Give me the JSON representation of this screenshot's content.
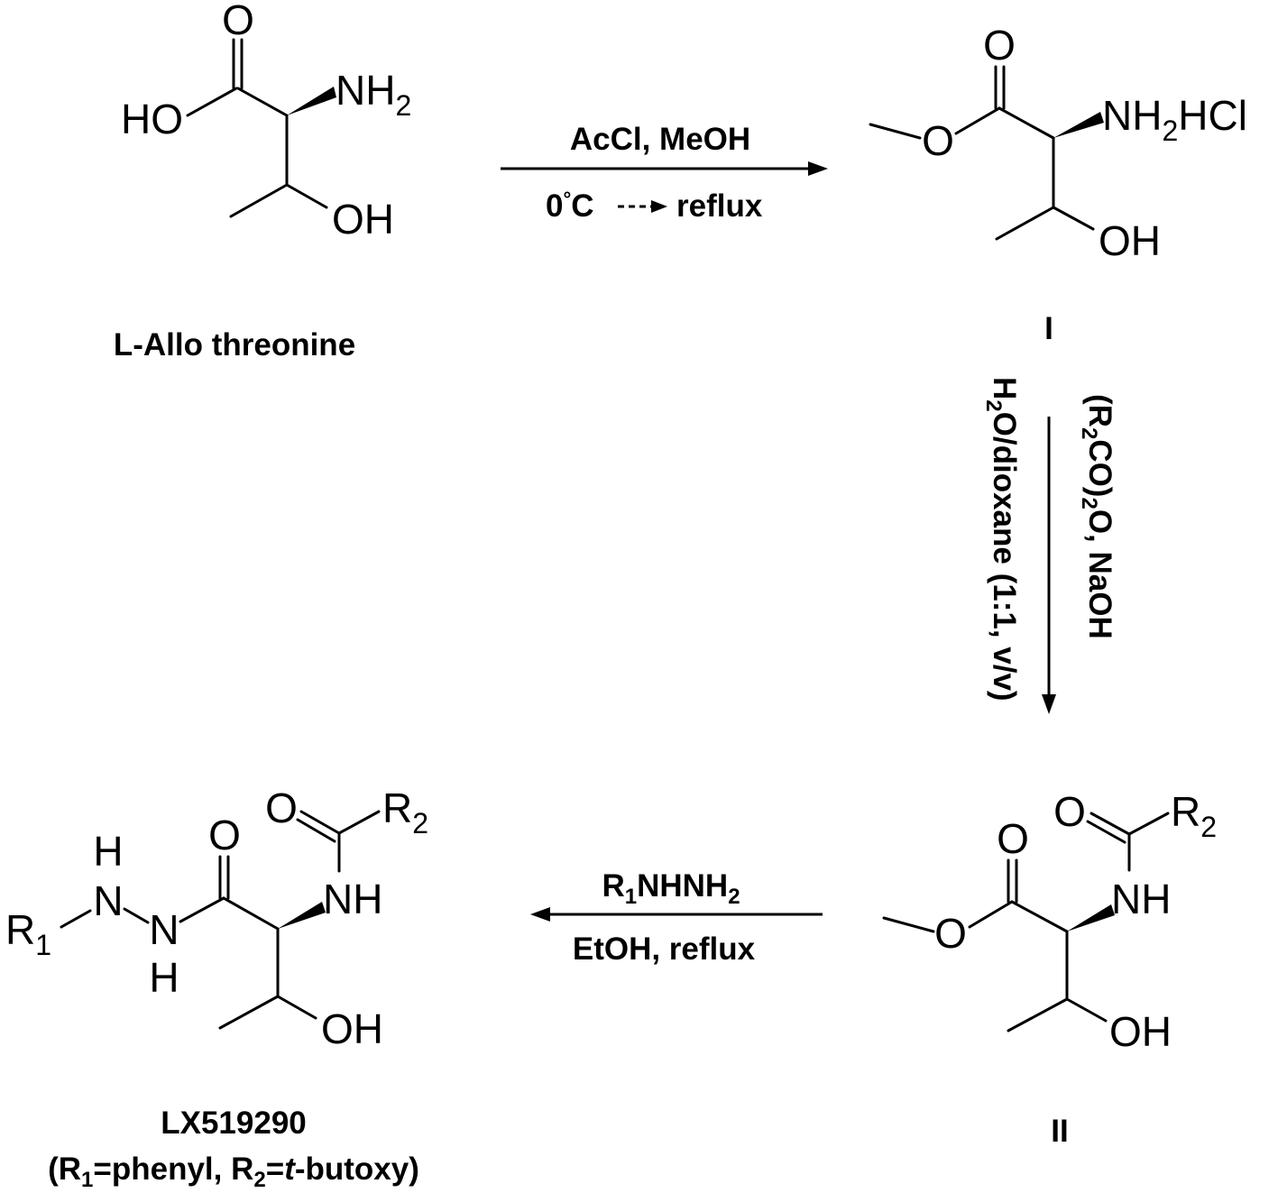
{
  "atoms": {
    "O": "O",
    "HO": "HO",
    "OH": "OH",
    "NH": "NH",
    "NH2_main": "NH",
    "NH2_sub": "2",
    "NH2HCl_a": "NH",
    "NH2HCl_b": "HCl",
    "R": "R",
    "N": "N",
    "H": "H",
    "sub1": "1",
    "sub2": "2"
  },
  "compounds": {
    "start": {
      "name": "L-Allo threonine"
    },
    "intermediate1": {
      "name": "I"
    },
    "intermediate2": {
      "name": "II"
    },
    "product": {
      "name": "LX519290",
      "desc_open": "(R",
      "desc_sub1": "1",
      "desc_mid1": "=phenyl, R",
      "desc_sub2": "2",
      "desc_mid2": "=",
      "desc_italic": "t",
      "desc_end": "-butoxy)"
    }
  },
  "steps": {
    "step1": {
      "top": "AcCl, MeOH",
      "bottom_a": "0",
      "bottom_deg": "°",
      "bottom_b": "C",
      "bottom_c": "reflux"
    },
    "step2": {
      "right_a": "(R",
      "right_sub": "2",
      "right_b": "CO)",
      "right_sub2": "2",
      "right_c": "O, NaOH",
      "left_a": "H",
      "left_sub": "2",
      "left_b": "O/dioxane (1:1, v/v)"
    },
    "step3": {
      "top_a": "R",
      "top_sub": "1",
      "top_b": "NHNH",
      "top_sub2": "2",
      "bottom": "EtOH, reflux"
    }
  }
}
